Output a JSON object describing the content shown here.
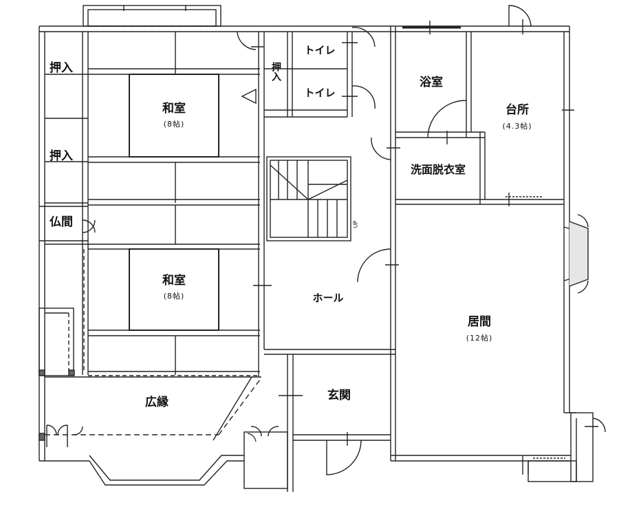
{
  "rooms": {
    "oshiire_1": "押入",
    "oshiire_2": "押入",
    "oshiire_3": "押入",
    "butsuma": "仏間",
    "washitsu_top": "和室",
    "washitsu_top_size": "(8帖)",
    "washitsu_bottom": "和室",
    "washitsu_bottom_size": "(8帖)",
    "toilet_1": "トイレ",
    "toilet_2": "トイレ",
    "bath": "浴室",
    "kitchen": "台所",
    "kitchen_size": "(4.3帖)",
    "washroom": "洗面脱衣室",
    "hall": "ホール",
    "living": "居間",
    "living_size": "(12帖)",
    "engawa": "広縁",
    "entrance": "玄関",
    "stairs_up": "UP"
  }
}
